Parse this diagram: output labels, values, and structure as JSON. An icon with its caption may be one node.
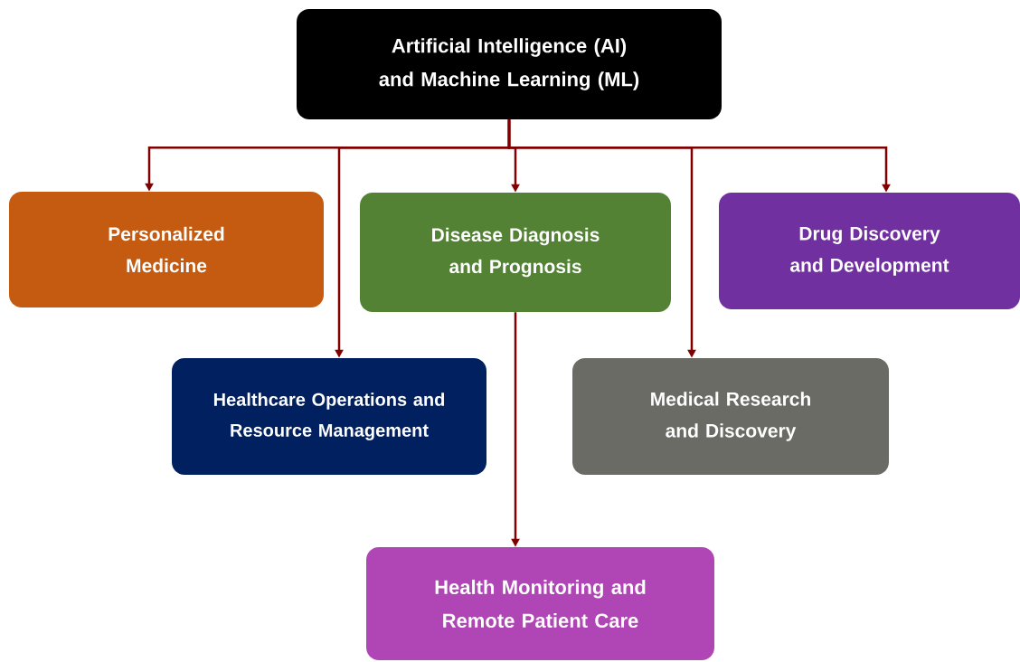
{
  "diagram": {
    "nodes": [
      {
        "text": [
          "Artificial Intelligence (AI) and Machine Learning (ML)"
        ]
      },
      {
        "text": [
          "Personalized Medicine"
        ]
      },
      {
        "text": [
          "Disease Diagnosis and Prognosis"
        ]
      },
      {
        "text": [
          "Drug Discovery and Development"
        ]
      },
      {
        "text": [
          "Healthcare Operations and Resource Management"
        ]
      },
      {
        "text": [
          "Medical Research and Discovery"
        ]
      },
      {
        "text": [
          "Health Monitoring and Remote Patient Care"
        ]
      }
    ],
    "edges": [
      {
        "from": 0,
        "to": 1,
        "arrow": "to"
      },
      {
        "from": 0,
        "to": 4,
        "arrow": "to"
      },
      {
        "from": 0,
        "to": 2,
        "arrow": "to"
      },
      {
        "from": 0,
        "to": 5,
        "arrow": "to"
      },
      {
        "from": 0,
        "to": 3,
        "arrow": "to"
      },
      {
        "from": 2,
        "to": 6,
        "arrow": "to"
      }
    ]
  }
}
